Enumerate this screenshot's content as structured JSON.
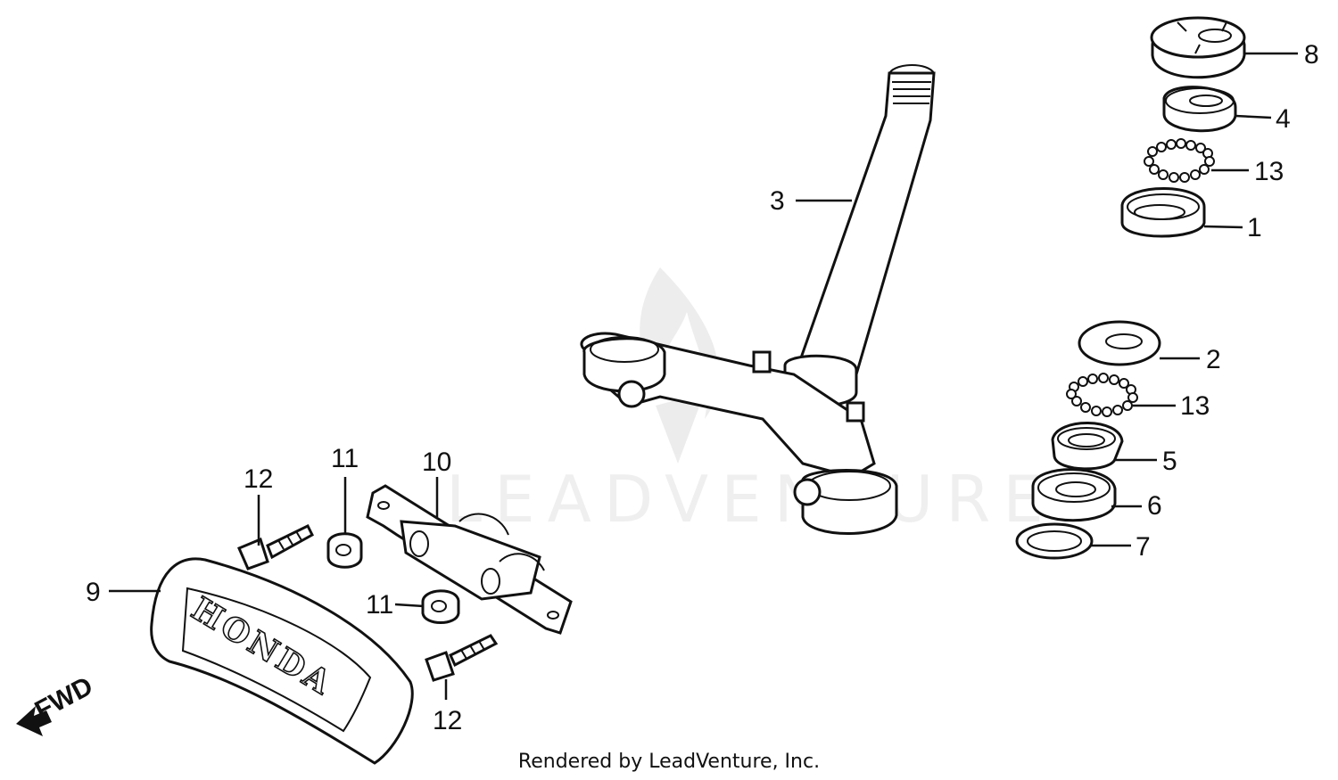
{
  "diagram": {
    "watermark": "LEADVENTURE",
    "brand_plate": "HONDA",
    "direction_label": "FWD",
    "footer": "Rendered by LeadVenture, Inc.",
    "callouts": {
      "c1": "1",
      "c2": "2",
      "c3": "3",
      "c4": "4",
      "c5": "5",
      "c6": "6",
      "c7": "7",
      "c8": "8",
      "c9": "9",
      "c10": "10",
      "c11a": "11",
      "c11b": "11",
      "c12a": "12",
      "c12b": "12",
      "c13a": "13",
      "c13b": "13"
    }
  }
}
